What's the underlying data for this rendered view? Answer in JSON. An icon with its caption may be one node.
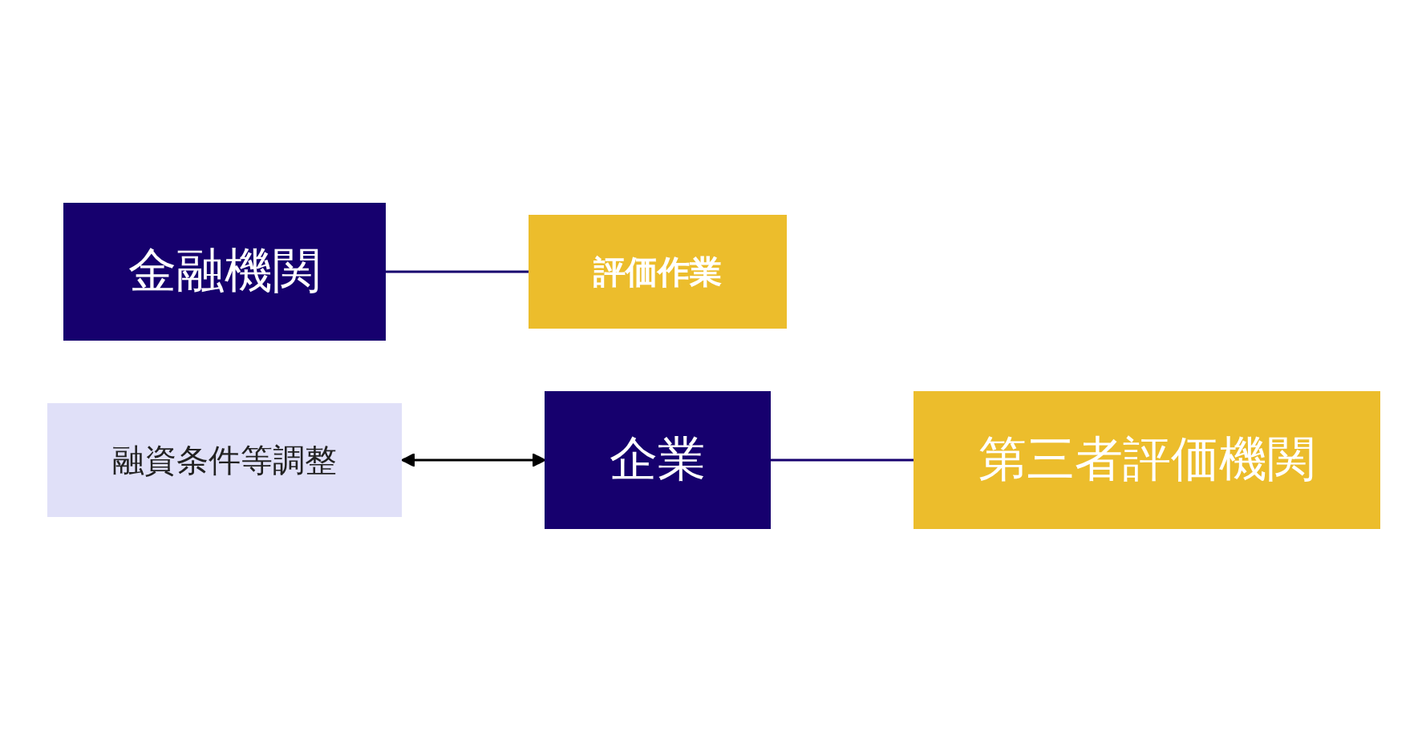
{
  "diagram": {
    "nodes": [
      {
        "text": [
          "金融機関"
        ]
      },
      {
        "text": [
          "融資条件等調整"
        ]
      },
      {
        "text": [
          "評価作業"
        ]
      },
      {
        "text": [
          "第三者評価機関"
        ]
      },
      {
        "text": [
          "企業"
        ]
      }
    ],
    "edges": [
      {
        "from": 0,
        "to": 2,
        "arrow": "none"
      },
      {
        "from": 1,
        "to": 4,
        "arrow": "both",
        "color": "#000000"
      },
      {
        "from": 4,
        "to": 3,
        "arrow": "none"
      }
    ]
  }
}
